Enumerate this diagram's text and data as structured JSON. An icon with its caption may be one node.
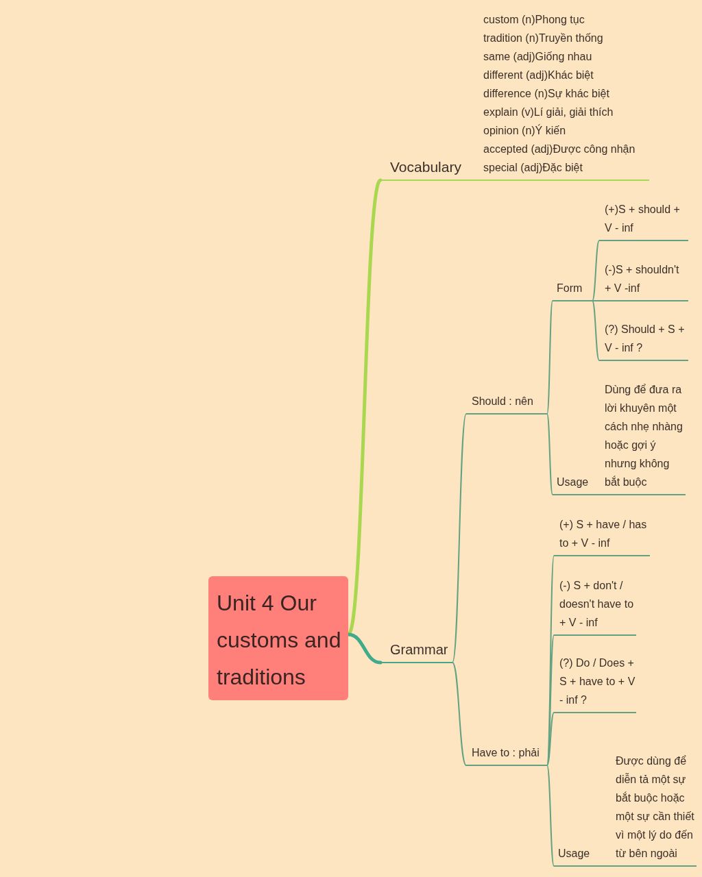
{
  "diagram": {
    "nodes": [
      {
        "text": [
          "Unit 4 Our customs and traditions"
        ]
      },
      {
        "text": [
          "Vocabulary"
        ]
      },
      {
        "text": [
          "custom (n)Phong tục",
          "tradition (n)Truyền thống",
          "same (adj)Giống nhau",
          "different (adj)Khác biệt",
          "difference (n)Sự khác biệt",
          "explain (v)Lí giải, giải thích",
          "opinion (n)Ý kiến",
          "accepted (adj)Được công nhận",
          "special (adj)Đặc biệt"
        ]
      },
      {
        "text": [
          "Grammar"
        ]
      },
      {
        "text": [
          "Should : nên"
        ]
      },
      {
        "text": [
          "Form"
        ]
      },
      {
        "text": [
          "(+)S + should + V - inf"
        ]
      },
      {
        "text": [
          "(-)S + shouldn't + V -inf"
        ]
      },
      {
        "text": [
          "(?) Should + S + V - inf ?"
        ]
      },
      {
        "text": [
          "Usage"
        ]
      },
      {
        "text": [
          "Dùng để đưa ra lời khuyên một cách nhẹ nhàng hoặc gợi ý nhưng không bắt buộc"
        ]
      },
      {
        "text": [
          "Have to : phải"
        ]
      },
      {
        "text": [
          "(+) S + have / has to + V - inf"
        ]
      },
      {
        "text": [
          "(-) S + don't / doesn't have to + V - inf"
        ]
      },
      {
        "text": [
          "(?) Do / Does + S + have to + V - inf ?"
        ]
      },
      {
        "text": [
          "Usage"
        ]
      },
      {
        "text": [
          "Được dùng để diễn tả một sự bắt buộc hoặc một sự cần thiết vì một lý do đến từ bên ngoài"
        ]
      }
    ],
    "edges": [
      {
        "from": 0,
        "to": 1,
        "arrow": "none",
        "style": "thick",
        "color": "#a9d74f"
      },
      {
        "from": 1,
        "to": 2,
        "arrow": "none",
        "color": "#a9d74f"
      },
      {
        "from": 0,
        "to": 3,
        "arrow": "none",
        "style": "thick",
        "color": "#3fab8b"
      },
      {
        "from": 3,
        "to": 4,
        "arrow": "none"
      },
      {
        "from": 3,
        "to": 11,
        "arrow": "none"
      },
      {
        "from": 4,
        "to": 5,
        "arrow": "none"
      },
      {
        "from": 4,
        "to": 9,
        "arrow": "none"
      },
      {
        "from": 5,
        "to": 6,
        "arrow": "none"
      },
      {
        "from": 5,
        "to": 7,
        "arrow": "none"
      },
      {
        "from": 5,
        "to": 8,
        "arrow": "none"
      },
      {
        "from": 9,
        "to": 10,
        "arrow": "none"
      },
      {
        "from": 11,
        "to": 12,
        "arrow": "none"
      },
      {
        "from": 11,
        "to": 13,
        "arrow": "none"
      },
      {
        "from": 11,
        "to": 14,
        "arrow": "none"
      },
      {
        "from": 11,
        "to": 15,
        "arrow": "none"
      },
      {
        "from": 15,
        "to": 16,
        "arrow": "none"
      }
    ]
  }
}
